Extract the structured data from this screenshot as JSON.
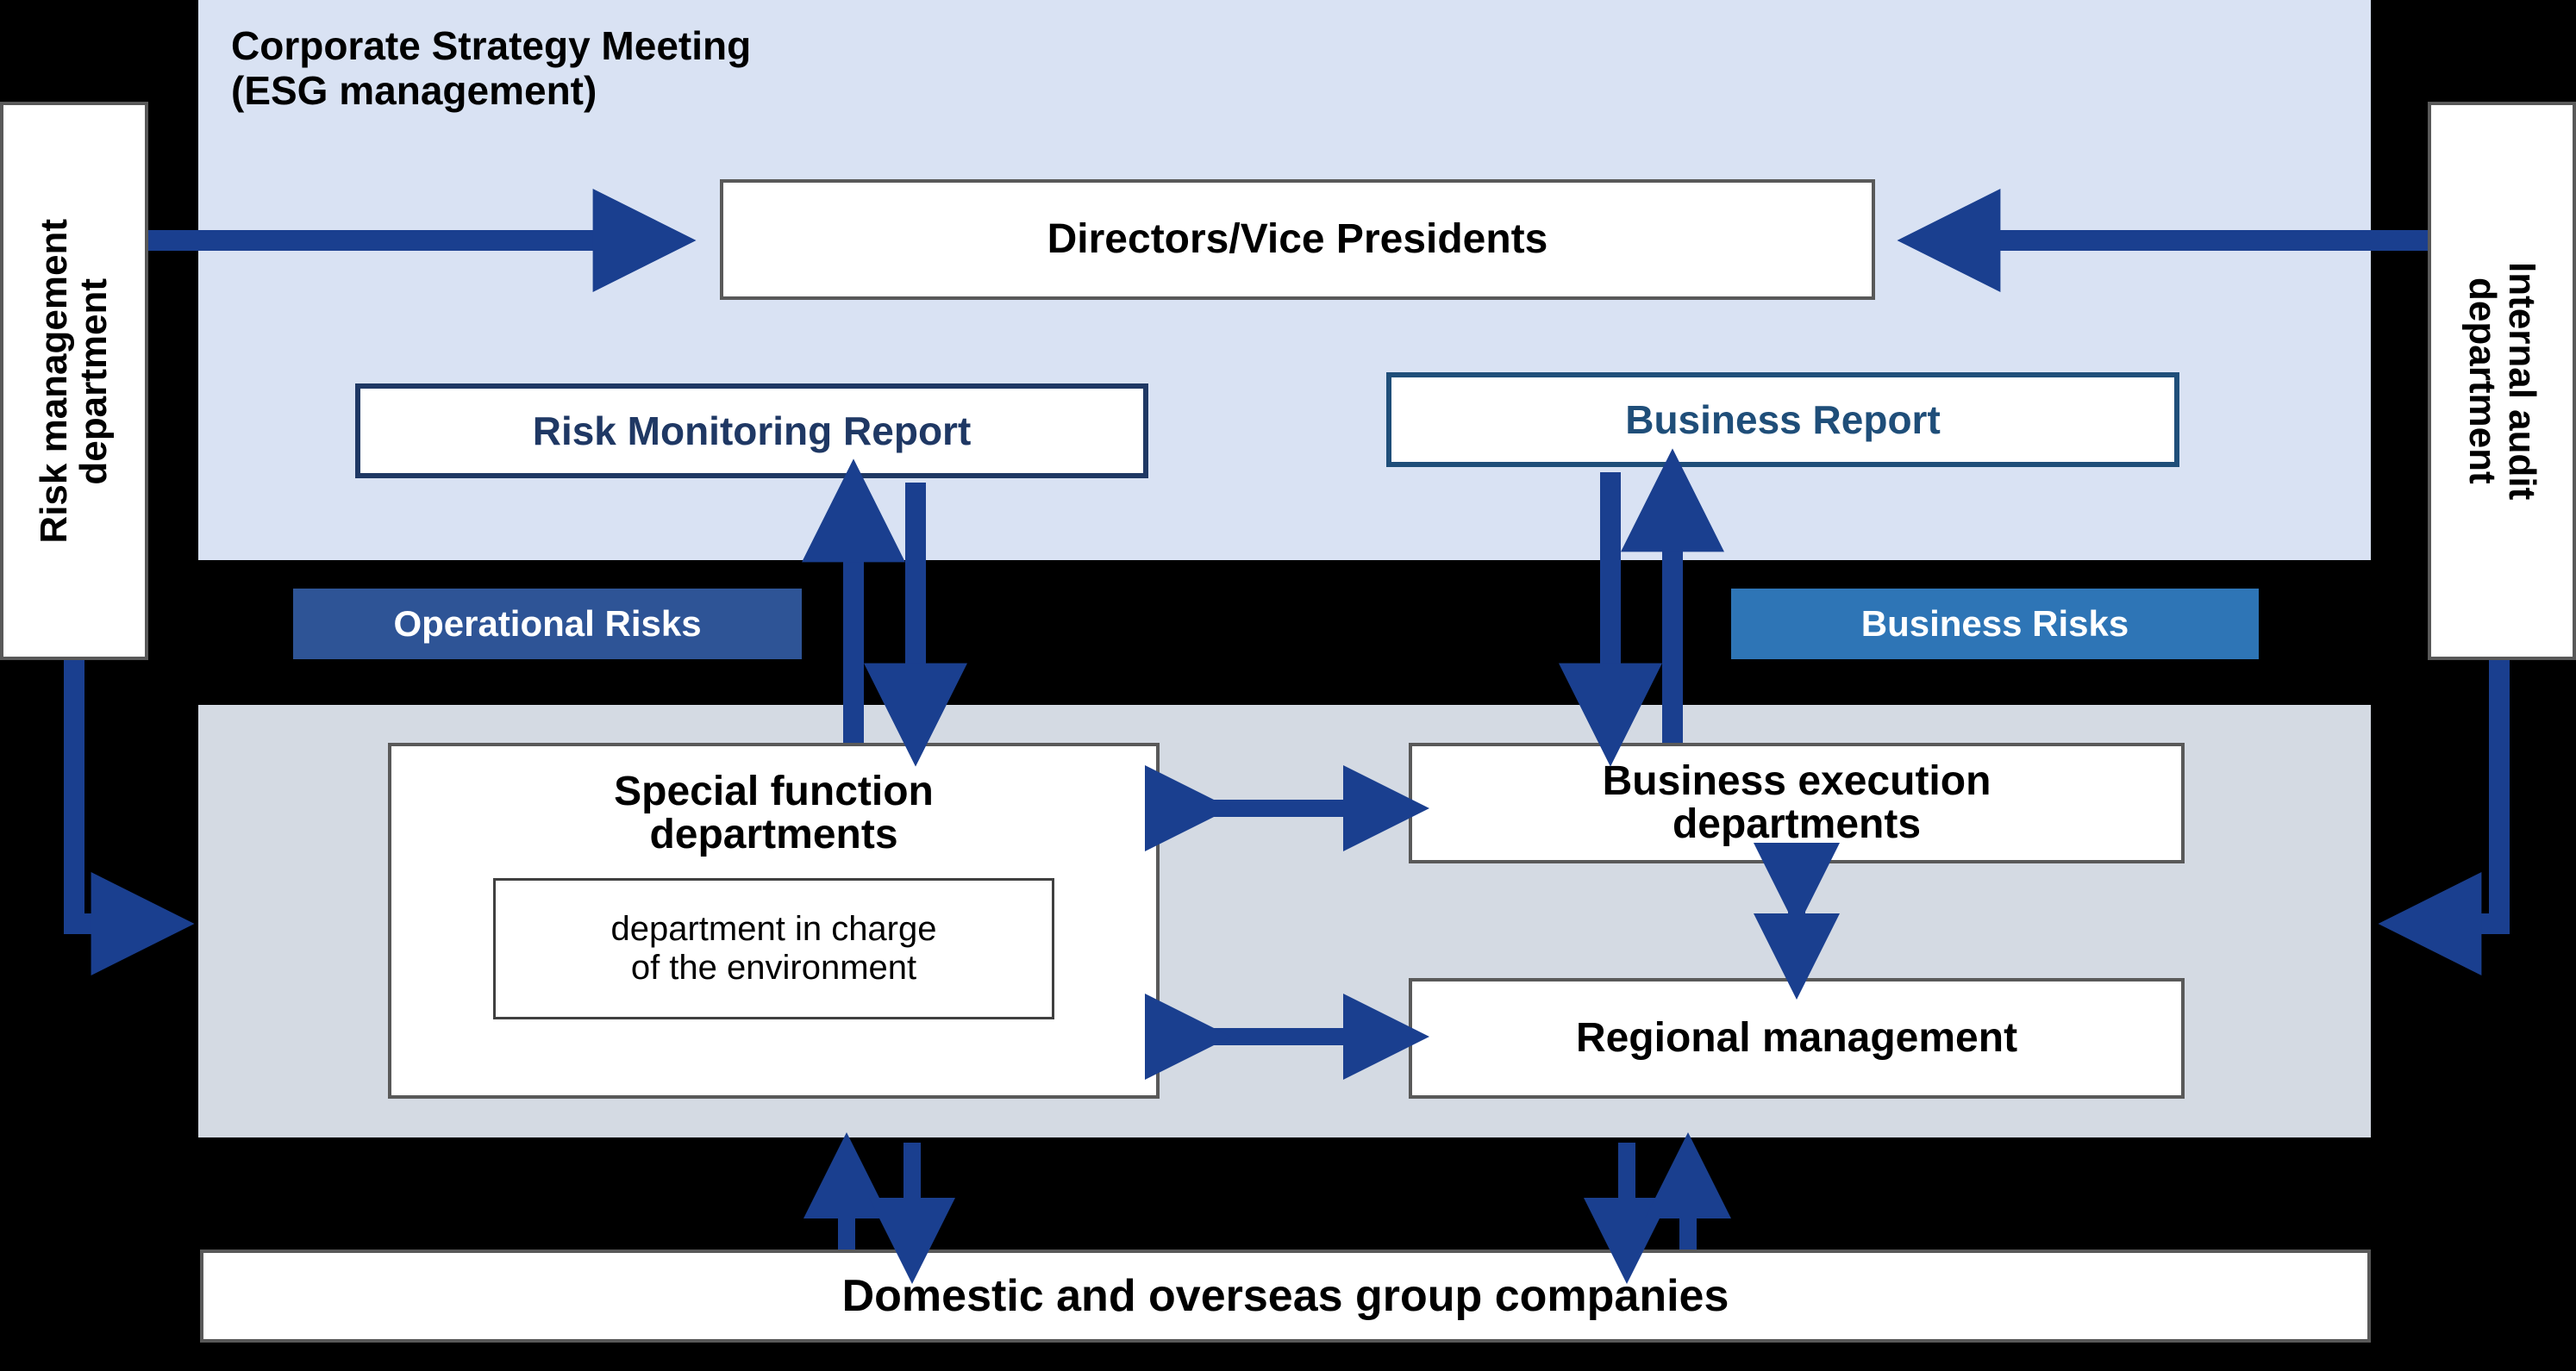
{
  "colors": {
    "background": "#000000",
    "top_panel": "#D9E2F3",
    "middle_panel": "#D4DAE3",
    "arrow": "#1A3F8F",
    "box_border": "#595959",
    "risk_report_accent": "#1F3864",
    "business_report_accent": "#1F4E79",
    "operational_risk_badge": "#2E5496",
    "business_risk_badge": "#2E75B6",
    "box_fill": "#FFFFFF"
  },
  "top_panel": {
    "title": "Corporate Strategy Meeting\n(ESG management)",
    "directors_box": "Directors/Vice Presidents",
    "risk_monitoring_report": "Risk Monitoring Report",
    "business_report": "Business Report"
  },
  "badges": {
    "operational_risks": "Operational Risks",
    "business_risks": "Business Risks"
  },
  "middle_panel": {
    "special_function_departments": "Special function\ndepartments",
    "environment_department": "department in charge\nof the environment",
    "business_execution_departments": "Business execution\ndepartments",
    "regional_management": "Regional management"
  },
  "bottom": {
    "group_companies": "Domestic and overseas group companies"
  },
  "sides": {
    "left_label": "Risk management\ndepartment",
    "right_label": "Internal audit\ndepartment"
  },
  "arrows": {
    "left_to_directors": "risk-management-to-directors-arrow",
    "right_to_directors": "internal-audit-to-directors-arrow",
    "left_elbow_to_departments": "risk-management-to-departments-elbow-arrow",
    "right_elbow_to_departments": "internal-audit-to-departments-elbow-arrow",
    "risk_report_up": "departments-to-risk-report-arrow",
    "risk_report_down": "risk-report-to-departments-arrow",
    "business_report_up": "departments-to-business-report-arrow",
    "business_report_down": "business-report-to-departments-arrow",
    "special_to_business_exec": "special-function-to-business-execution-arrow",
    "special_to_regional": "special-function-to-regional-management-arrow",
    "business_exec_to_regional": "business-execution-to-regional-management-arrow",
    "group_up_left": "group-companies-to-special-function-arrow",
    "group_down_left": "special-function-to-group-companies-arrow",
    "group_down_right": "business-execution-to-group-companies-arrow",
    "group_up_right": "group-companies-to-business-execution-arrow"
  }
}
